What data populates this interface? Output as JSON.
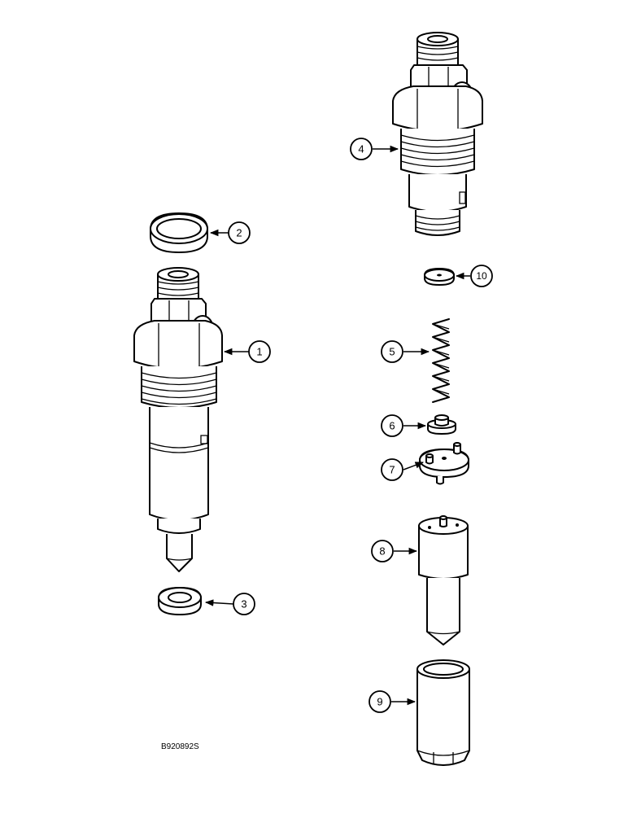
{
  "figure_id": "B920892S",
  "callouts": [
    "1",
    "2",
    "3",
    "4",
    "5",
    "6",
    "7",
    "8",
    "9",
    "10"
  ]
}
